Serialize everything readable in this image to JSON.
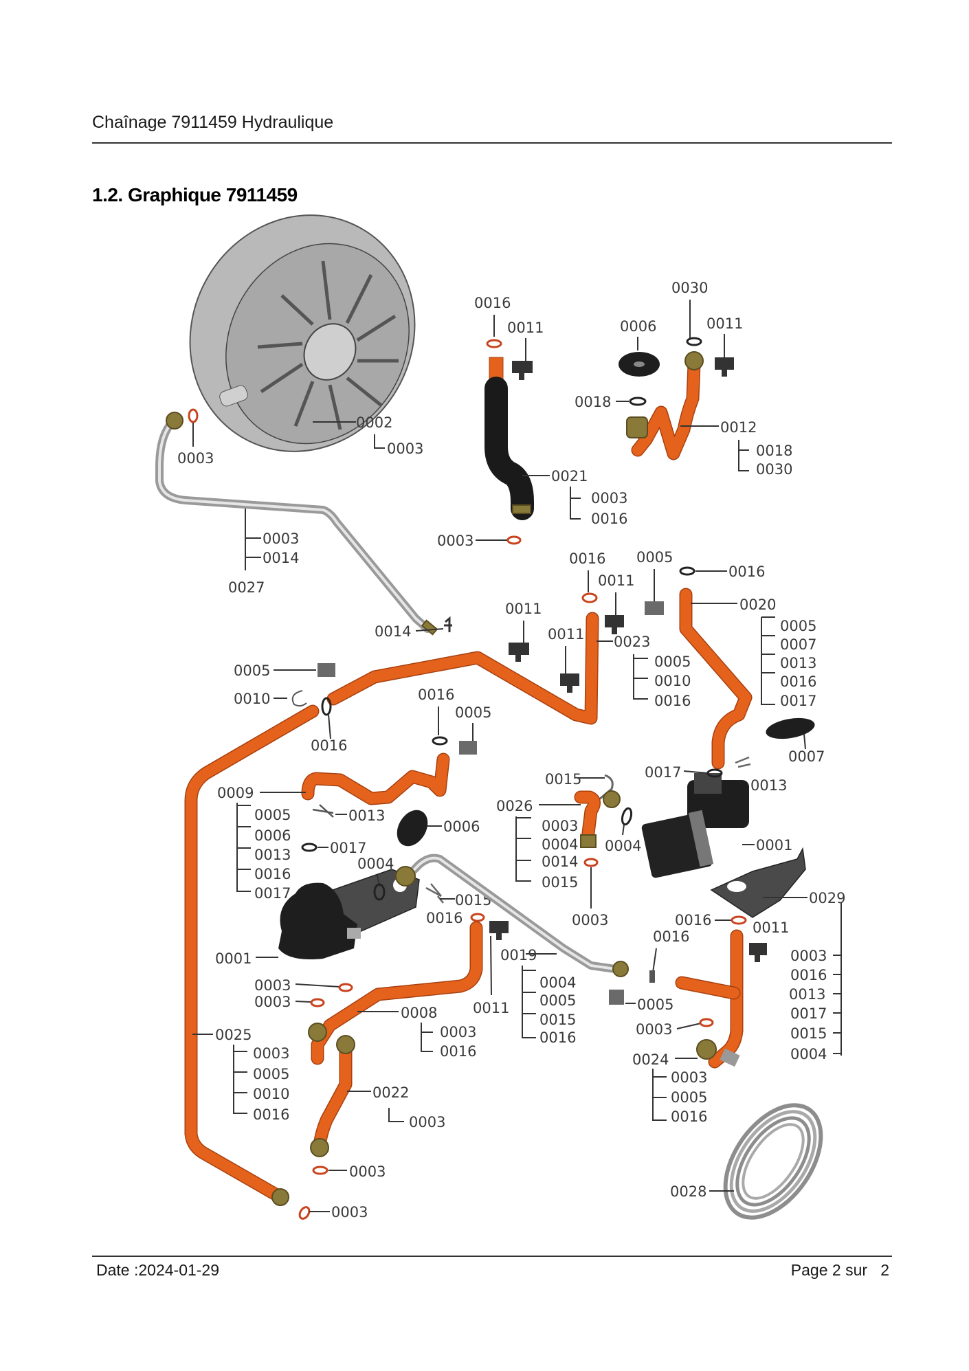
{
  "document": {
    "header_title": "Chaînage 7911459 Hydraulique",
    "section_title": "1.2. Graphique 7911459",
    "footer_date": "Date :2024-01-29",
    "footer_page": "Page 2 sur   2"
  },
  "colors": {
    "copper_pipe": "#e5621c",
    "steel_hose": "#9a9a9a",
    "brass_nut": "#8a7a3a",
    "seal_red": "#c8431e"
  },
  "callouts": {
    "expansion_vessel": {
      "id": "0002",
      "sub": [
        "0003"
      ]
    },
    "vessel_hose_seal": "0003",
    "hose_0027": {
      "id": "0027",
      "sub": [
        "0003",
        "0014"
      ]
    },
    "hose_end_clip": "0014",
    "pipe_0021": {
      "id": "0021",
      "sub": [
        "0003",
        "0016"
      ],
      "top_seal": "0016",
      "clip": "0011",
      "bottom_seal": "0003"
    },
    "pipe_0012": {
      "id": "0012",
      "sub": [
        "0018",
        "0030"
      ],
      "top_seal": "0030",
      "clip": "0011",
      "gasket": "0006",
      "seal": "0018"
    },
    "pipe_0023": {
      "id": "0023",
      "sub": [
        "0005",
        "0010",
        "0016"
      ],
      "top_seal": "0016",
      "clips": [
        "0011",
        "0011",
        "0011"
      ],
      "clip_0005": "0005"
    },
    "pipe_0020": {
      "id": "0020",
      "sub": [
        "0005",
        "0007",
        "0013",
        "0016",
        "0017"
      ],
      "top_seal": "0016",
      "cap": "0007"
    },
    "left_joint": {
      "clip": "0005",
      "spring_clip": "0010",
      "seal": "0016"
    },
    "pipe_0009": {
      "id": "0009",
      "sub": [
        "0005",
        "0006",
        "0013",
        "0016",
        "0017"
      ],
      "top_seal": "0016",
      "clip": "0005",
      "spring_clip": "0013",
      "gasket": "0006",
      "seal": "0017"
    },
    "valve_block_left": {
      "id": "0001",
      "seal": "0004",
      "spring_clip": "0015",
      "seal_2": "0016",
      "seals_below": [
        "0003",
        "0003"
      ]
    },
    "pipe_0026": {
      "id": "0026",
      "sub": [
        "0003",
        "0004",
        "0014",
        "0015"
      ],
      "spring_clip": "0015",
      "seal": "0004",
      "bottom_seal": "0003"
    },
    "pump_0001": {
      "id": "0001",
      "seal": "0017",
      "clip": "0013"
    },
    "bracket_0029": {
      "id": "0029",
      "sub": [
        "0003",
        "0016",
        "0013",
        "0017",
        "0015",
        "0004"
      ]
    },
    "pipe_0008": {
      "id": "0008",
      "sub": [
        "0003",
        "0016"
      ],
      "clip": "0011"
    },
    "hose_0019": {
      "id": "0019",
      "sub": [
        "0004",
        "0005",
        "0015",
        "0016"
      ]
    },
    "pipe_0024": {
      "id": "0024",
      "sub": [
        "0003",
        "0005",
        "0016"
      ],
      "top_seal": "0016",
      "clip": "0011",
      "sensor": "0016",
      "clip_0005": "0005",
      "seal": "0003"
    },
    "pipe_0025": {
      "id": "0025",
      "sub": [
        "0003",
        "0005",
        "0010",
        "0016"
      ],
      "bottom_seal": "0003"
    },
    "pipe_0022": {
      "id": "0022",
      "sub": [
        "0003"
      ],
      "bottom_seal": "0003"
    },
    "coil_0028": {
      "id": "0028"
    }
  }
}
